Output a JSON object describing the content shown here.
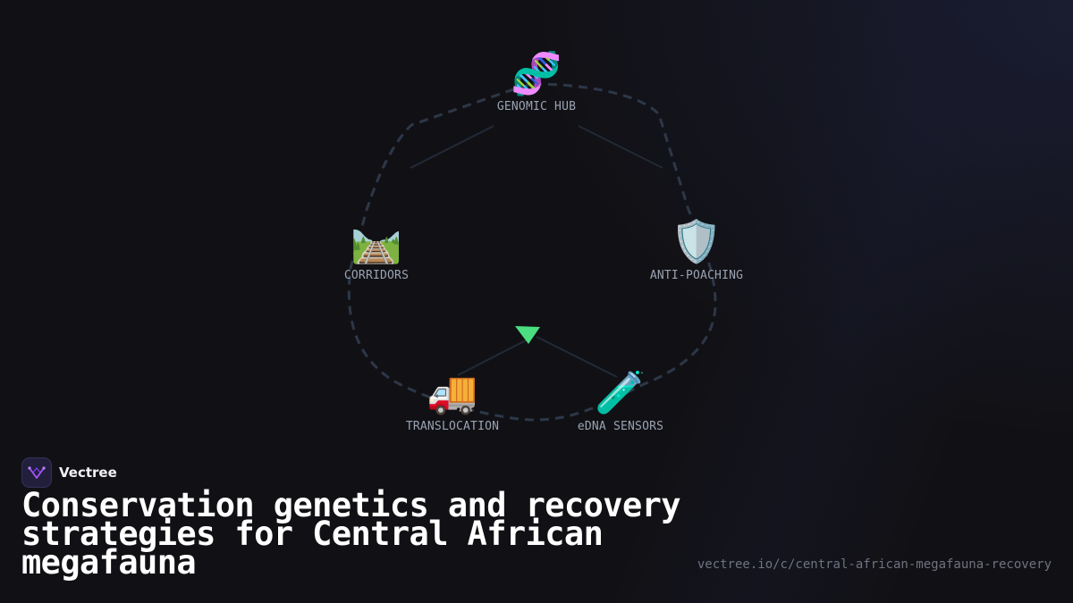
{
  "diagram": {
    "nodes": [
      {
        "id": "genomic-hub",
        "label": "GENOMIC HUB",
        "icon": "dna-icon",
        "glyph": "🧬"
      },
      {
        "id": "anti-poaching",
        "label": "ANTI-POACHING",
        "icon": "shield-icon",
        "glyph": "🛡️"
      },
      {
        "id": "edna-sensors",
        "label": "eDNA SENSORS",
        "icon": "test-tube-icon",
        "glyph": "🧪"
      },
      {
        "id": "translocation",
        "label": "TRANSLOCATION",
        "icon": "truck-icon",
        "glyph": "🚚"
      },
      {
        "id": "corridors",
        "label": "CORRIDORS",
        "icon": "railway-track-icon",
        "glyph": "🛤️"
      }
    ],
    "accent_color": "#4ade80",
    "cycle_color": "#2d3748"
  },
  "brand": {
    "name": "Vectree",
    "logo_color": "#a855f7"
  },
  "title": "Conservation genetics and recovery strategies for Central African megafauna",
  "url": "vectree.io/c/central-african-megafauna-recovery"
}
